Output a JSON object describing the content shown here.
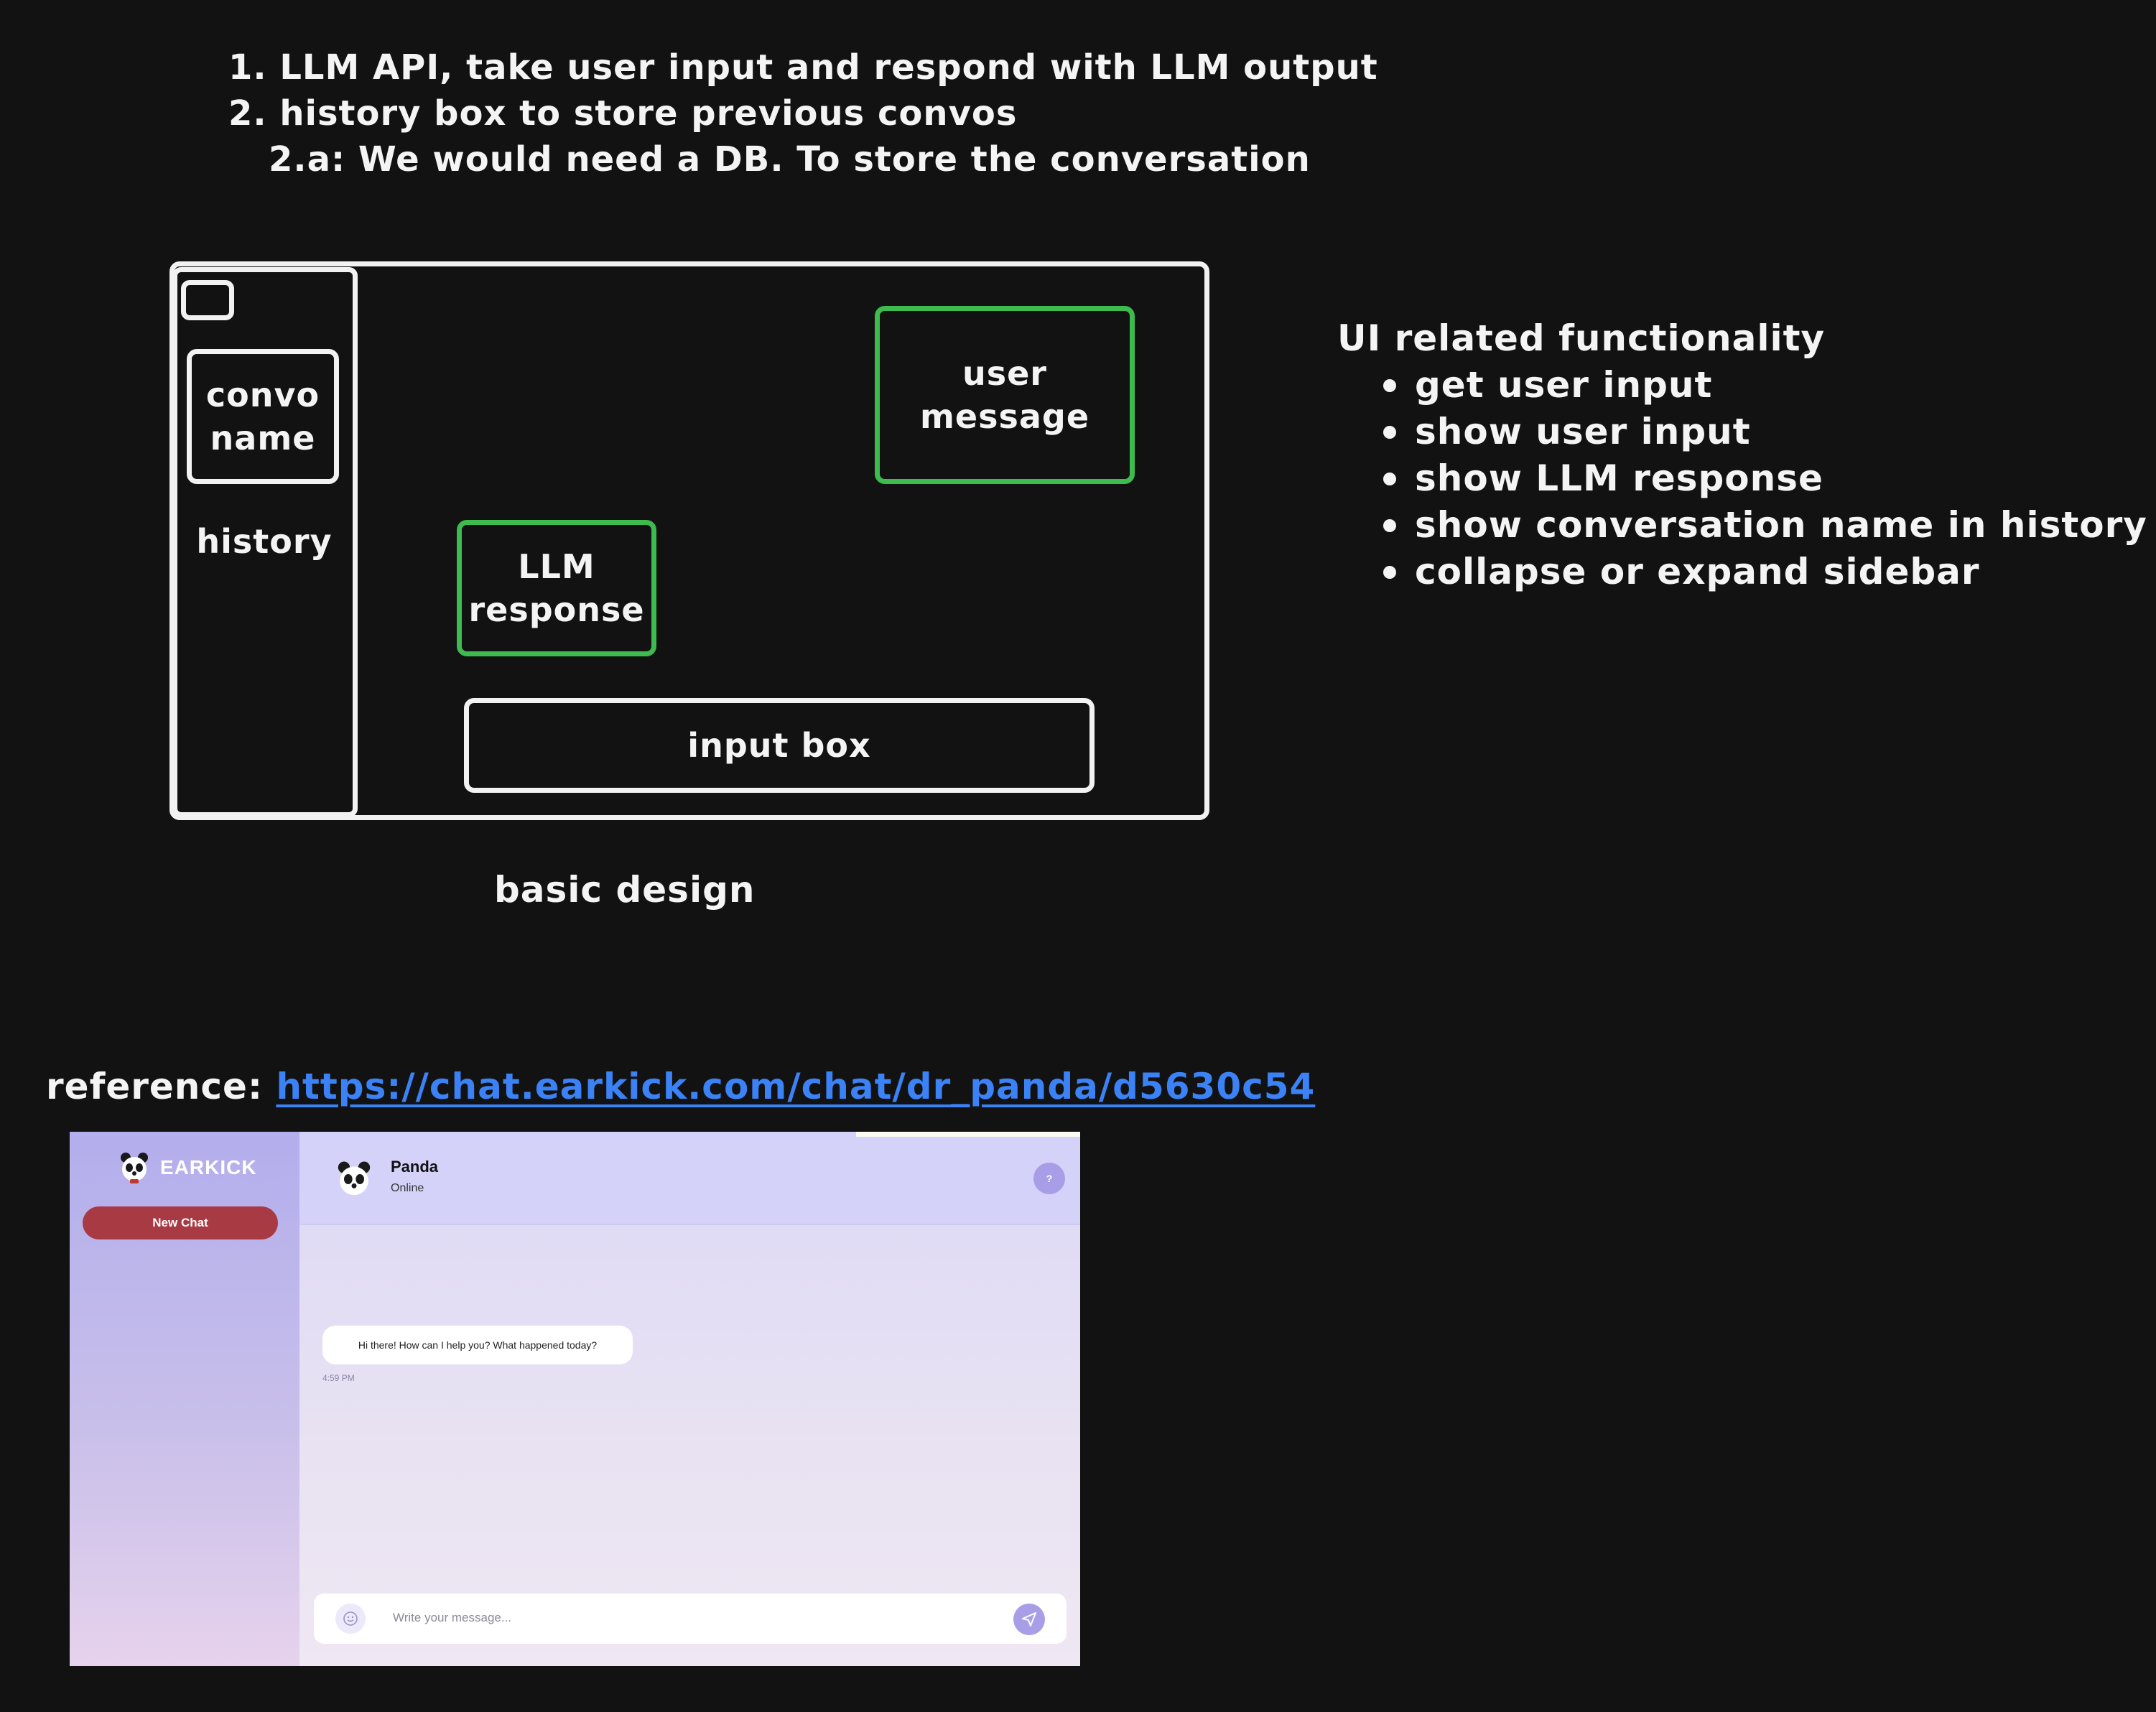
{
  "requirements": {
    "items": [
      "1. LLM API, take user input and respond with LLM output",
      "2. history box to store previous convos",
      "2.a: We would need a DB. To store the conversation"
    ]
  },
  "wireframe": {
    "convo_name_line1": "convo",
    "convo_name_line2": "name",
    "history_label": "history",
    "user_message_line1": "user",
    "user_message_line2": "message",
    "llm_response_line1": "LLM",
    "llm_response_line2": "response",
    "input_box_label": "input box",
    "caption": "basic design",
    "colors": {
      "outline": "#f2f2f2",
      "message_outline": "#3dbb4f",
      "background": "#121212"
    }
  },
  "ui_functionality": {
    "title": "UI related functionality",
    "items": [
      "get user input",
      "show user input",
      "show LLM response",
      "show conversation name in history tab",
      "collapse or expand sidebar"
    ]
  },
  "reference": {
    "label": "reference:",
    "link_text": "https://chat.earkick.com/chat/dr_panda/d5630c54",
    "link_color": "#3b82f6"
  },
  "earkick": {
    "brand": "EARKICK",
    "new_chat_label": "New Chat",
    "bot_name": "Panda",
    "bot_status": "Online",
    "help_label": "?",
    "greeting": "Hi there! How can I help you? What happened today?",
    "message_time": "4:59 PM",
    "input_placeholder": "Write your message...",
    "icons": [
      "panda-avatar-icon",
      "smiley-icon",
      "send-icon",
      "help-icon"
    ],
    "colors": {
      "new_chat": "#a83a44",
      "accent": "#a89ee8",
      "header": "#d5d2f9"
    }
  }
}
